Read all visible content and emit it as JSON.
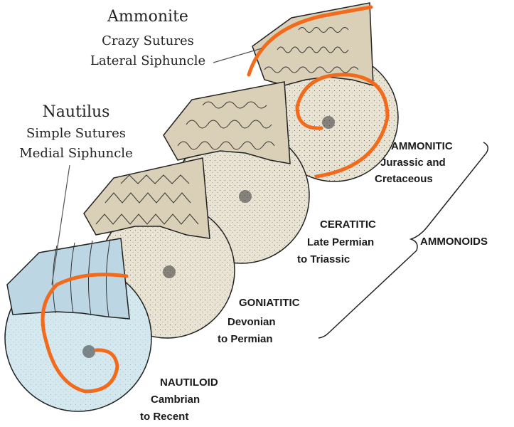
{
  "annotations": {
    "ammonite": {
      "title": "Ammonite",
      "line1": "Crazy Sutures",
      "line2": "Lateral Siphuncle"
    },
    "nautilus": {
      "title": "Nautilus",
      "line1": "Simple Sutures",
      "line2": "Medial Siphuncle"
    }
  },
  "stages": {
    "ammonitic": {
      "name": "AMMONITIC",
      "line1": "Jurassic and",
      "line2": "Cretaceous"
    },
    "ceratitic": {
      "name": "CERATITIC",
      "line1": "Late Permian",
      "line2": "to Triassic"
    },
    "goniatitic": {
      "name": "GONIATITIC",
      "line1": "Devonian",
      "line2": "to Permian"
    },
    "nautiloid": {
      "name": "NAUTILOID",
      "line1": "Cambrian",
      "line2": "to Recent"
    }
  },
  "group_label": "AMMONOIDS",
  "colors": {
    "shell_fill": "#e8e3d2",
    "septum_fill": "#d9d0b7",
    "nautilus_fill": "#bcd6e3",
    "nautilus_light": "#d4e8ef",
    "siphuncle_line": "#f26a1b",
    "outline": "#222222"
  }
}
